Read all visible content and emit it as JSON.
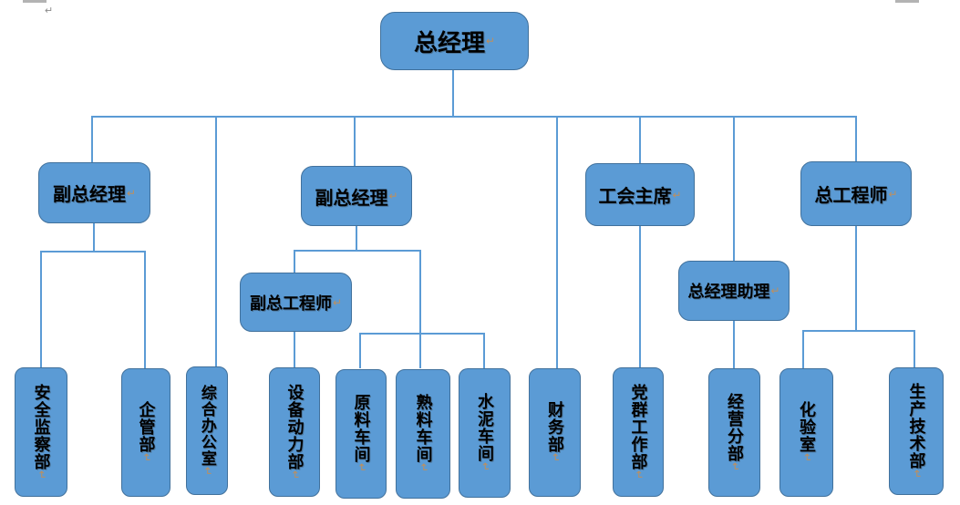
{
  "diagram": {
    "type": "org-chart",
    "nodes": {
      "general_manager": {
        "label": "总经理"
      },
      "deputy_gm_1": {
        "label": "副总经理"
      },
      "deputy_gm_2": {
        "label": "副总经理"
      },
      "union_chairman": {
        "label": "工会主席"
      },
      "chief_engineer": {
        "label": "总工程师"
      },
      "deputy_chief_engineer": {
        "label": "副总工程师"
      },
      "gm_assistant": {
        "label": "总经理助理"
      },
      "safety_supervision": {
        "label": "安全监察部"
      },
      "enterprise_mgmt": {
        "label": "企管部"
      },
      "general_office": {
        "label": "综合办公室"
      },
      "equipment_power": {
        "label": "设备动力部"
      },
      "raw_material_workshop": {
        "label": "原料车间"
      },
      "clinker_workshop": {
        "label": "熟料车间"
      },
      "cement_workshop": {
        "label": "水泥车间"
      },
      "finance_dept": {
        "label": "财务部"
      },
      "party_mass_work": {
        "label": "党群工作部"
      },
      "business_division": {
        "label": "经营分部"
      },
      "laboratory": {
        "label": "化验室"
      },
      "production_tech": {
        "label": "生产技术部"
      }
    },
    "hierarchy": [
      {
        "parent": "总经理",
        "children": [
          "副总经理(左)",
          "综合办公室",
          "副总经理(中)",
          "财务部",
          "工会主席",
          "总经理助理",
          "总工程师"
        ]
      },
      {
        "parent": "副总经理(左)",
        "children": [
          "安全监察部",
          "企管部"
        ]
      },
      {
        "parent": "副总经理(中)",
        "children": [
          "副总工程师",
          "原料车间",
          "熟料车间",
          "水泥车间"
        ]
      },
      {
        "parent": "副总工程师",
        "children": [
          "设备动力部"
        ]
      },
      {
        "parent": "工会主席",
        "children": [
          "党群工作部"
        ]
      },
      {
        "parent": "总经理助理",
        "children": [
          "经营分部"
        ]
      },
      {
        "parent": "总工程师",
        "children": [
          "化验室",
          "生产技术部"
        ]
      }
    ],
    "colors": {
      "box_fill": "#5b9bd5",
      "box_border": "#41719c",
      "connector": "#5b9bd5",
      "text": "#000000",
      "return_mark": "#bd8f5e"
    },
    "marks": {
      "return_glyph": "↵"
    }
  }
}
